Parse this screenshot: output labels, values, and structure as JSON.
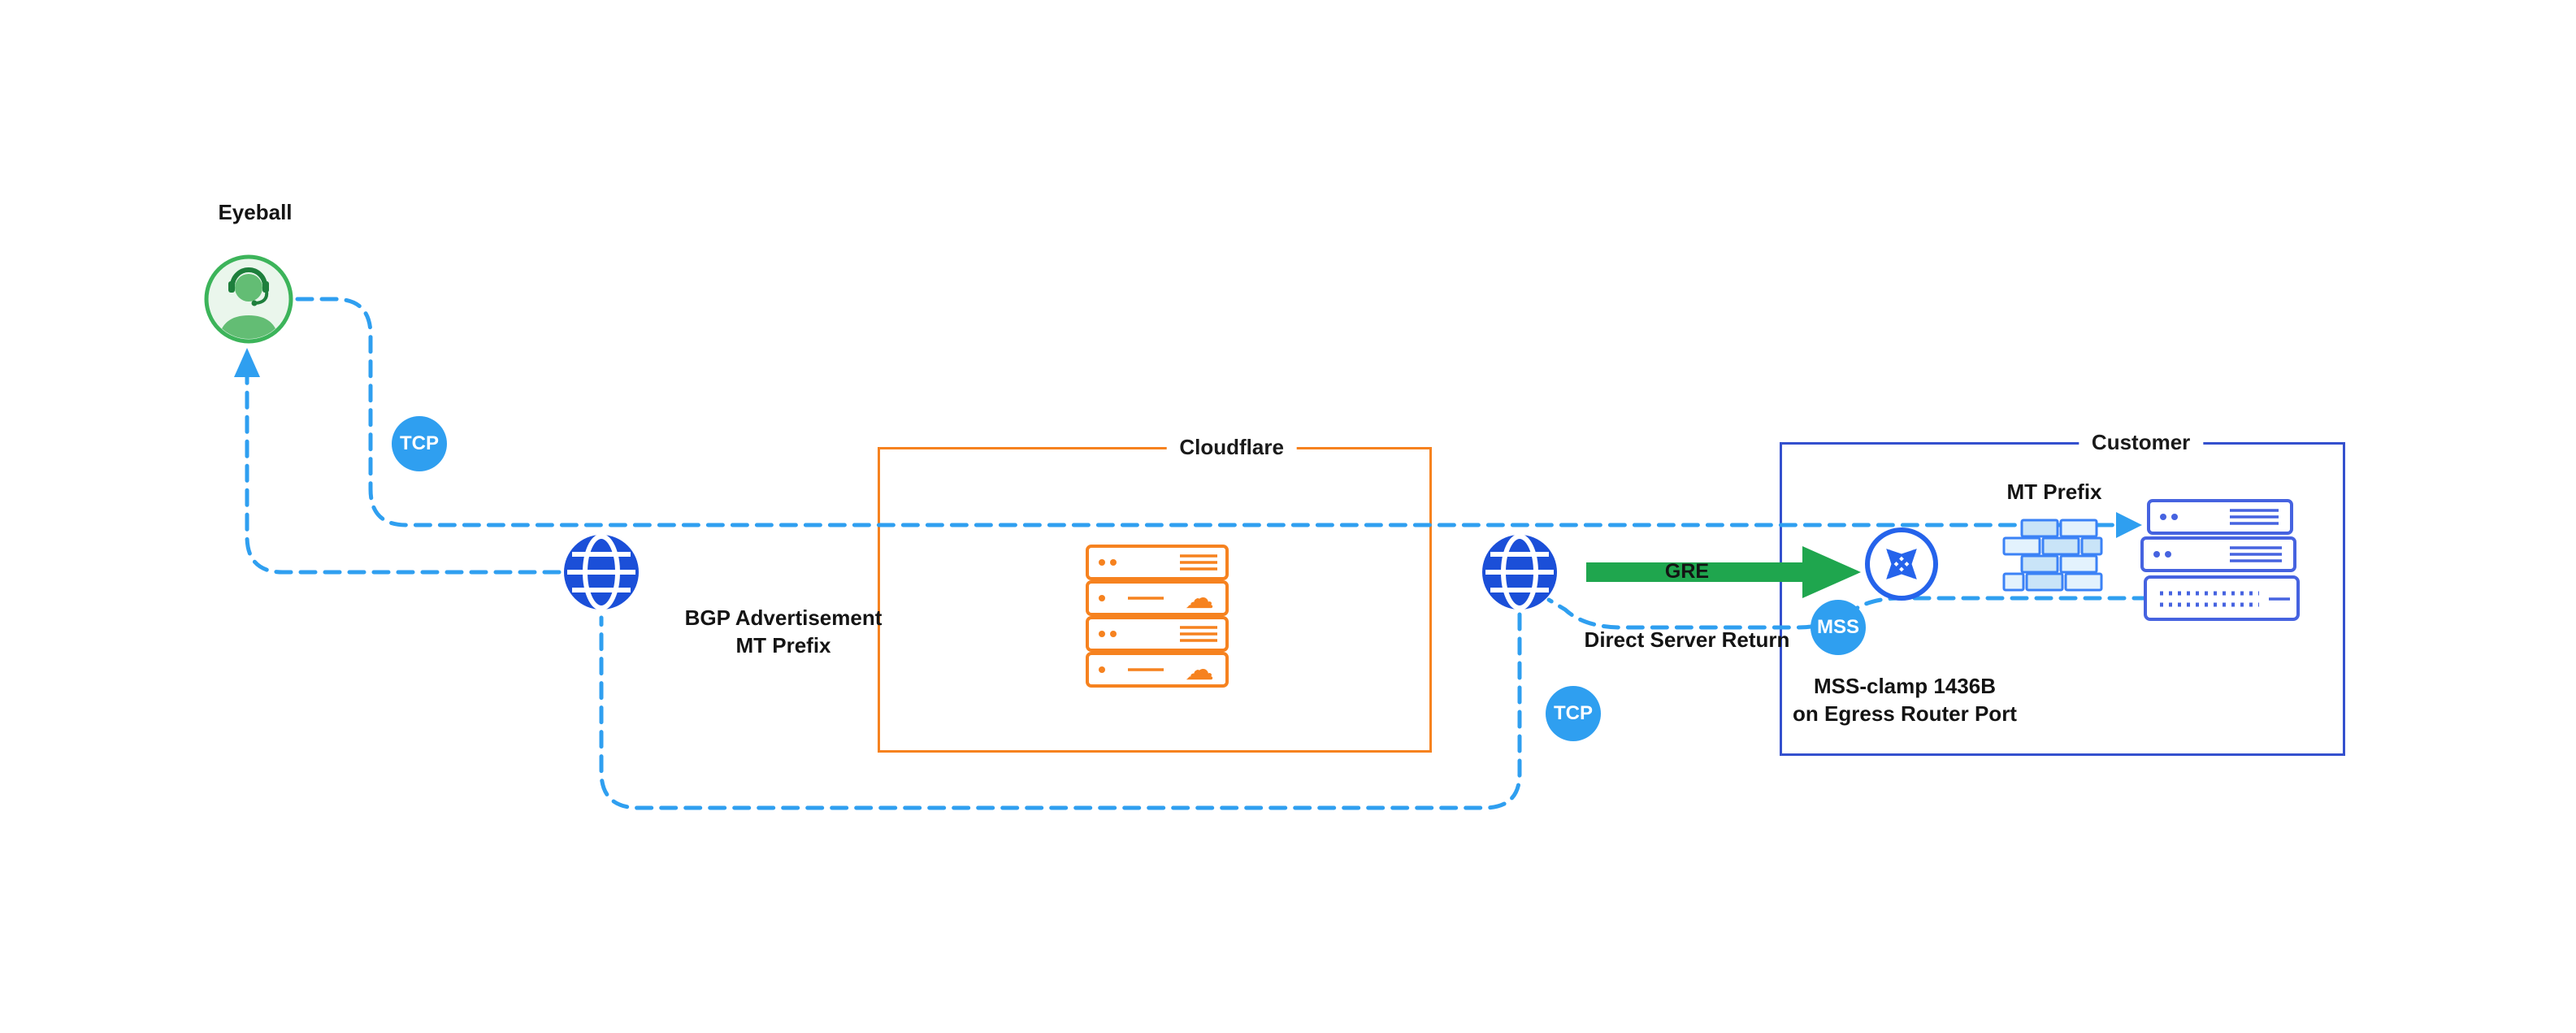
{
  "diagram": {
    "eyeball": {
      "label": "Eyeball",
      "icon": "headset-person-icon"
    },
    "internet_left": {
      "icon": "globe-icon"
    },
    "internet_right": {
      "icon": "globe-icon"
    },
    "badges": {
      "tcp_request": "TCP",
      "tcp_return": "TCP",
      "mss": "MSS"
    },
    "cloudflare": {
      "label": "Cloudflare",
      "icon": "server-stack-icon"
    },
    "customer": {
      "label": "Customer",
      "router_icon": "router-icon",
      "firewall_icon": "firewall-icon",
      "servers_icon": "server-stack-icon"
    },
    "labels": {
      "bgp_advertisement": "BGP Advertisement",
      "bgp_prefix": "MT Prefix",
      "gre": "GRE",
      "direct_server_return": "Direct Server Return",
      "mt_prefix": "MT Prefix",
      "mss_clamp_line1": "MSS-clamp 1436B",
      "mss_clamp_line2": "on Egress Router Port"
    },
    "colors": {
      "path_blue": "#2F9FF0",
      "badge_blue": "#2F9FF0",
      "gre_green": "#1FA64E",
      "cloudflare_orange": "#F6821F",
      "customer_border": "#3450CE",
      "globe_blue": "#1B4FD8",
      "router_blue": "#2563EB",
      "eyeball_green": "#3CB45A",
      "firewall_fill": "#C9E4F8",
      "server_blue": "#4663E0"
    }
  }
}
